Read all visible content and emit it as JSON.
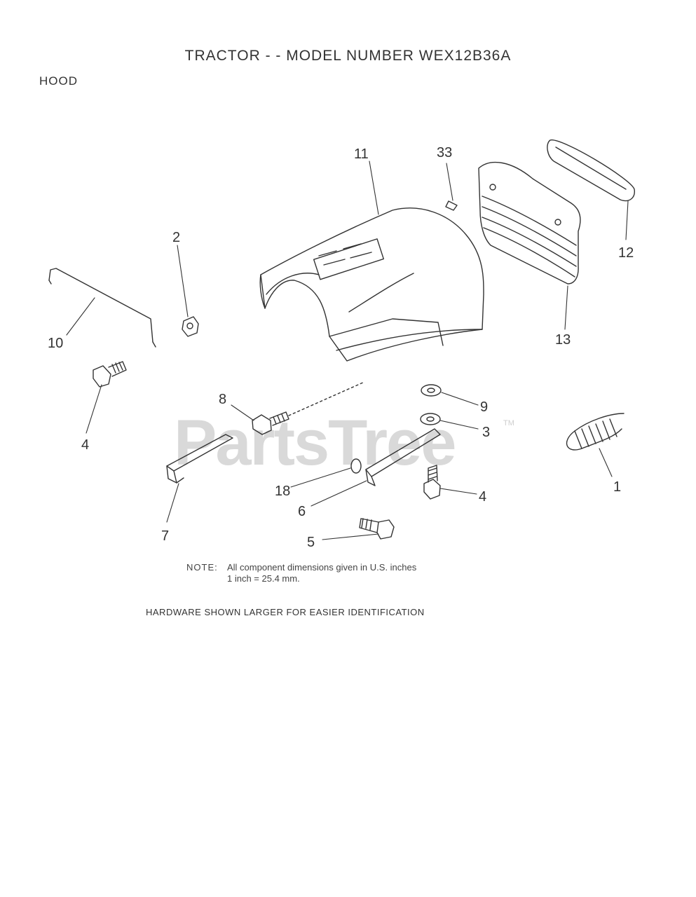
{
  "title": "TRACTOR - - MODEL NUMBER WEX12B36A",
  "section": "HOOD",
  "callouts": [
    {
      "id": "11",
      "label": "11"
    },
    {
      "id": "33",
      "label": "33"
    },
    {
      "id": "12",
      "label": "12"
    },
    {
      "id": "2",
      "label": "2"
    },
    {
      "id": "10",
      "label": "10"
    },
    {
      "id": "13",
      "label": "13"
    },
    {
      "id": "4a",
      "label": "4"
    },
    {
      "id": "8",
      "label": "8"
    },
    {
      "id": "9",
      "label": "9"
    },
    {
      "id": "3",
      "label": "3"
    },
    {
      "id": "1",
      "label": "1"
    },
    {
      "id": "18",
      "label": "18"
    },
    {
      "id": "6",
      "label": "6"
    },
    {
      "id": "4b",
      "label": "4"
    },
    {
      "id": "7",
      "label": "7"
    },
    {
      "id": "5",
      "label": "5"
    }
  ],
  "note": {
    "label": "NOTE:",
    "line1": "All component dimensions given in U.S. inches",
    "line2": "1 inch = 25.4 mm."
  },
  "hardware_note": "HARDWARE SHOWN LARGER FOR EASIER IDENTIFICATION",
  "watermark": {
    "text": "PartsTree",
    "tm": "TM"
  }
}
